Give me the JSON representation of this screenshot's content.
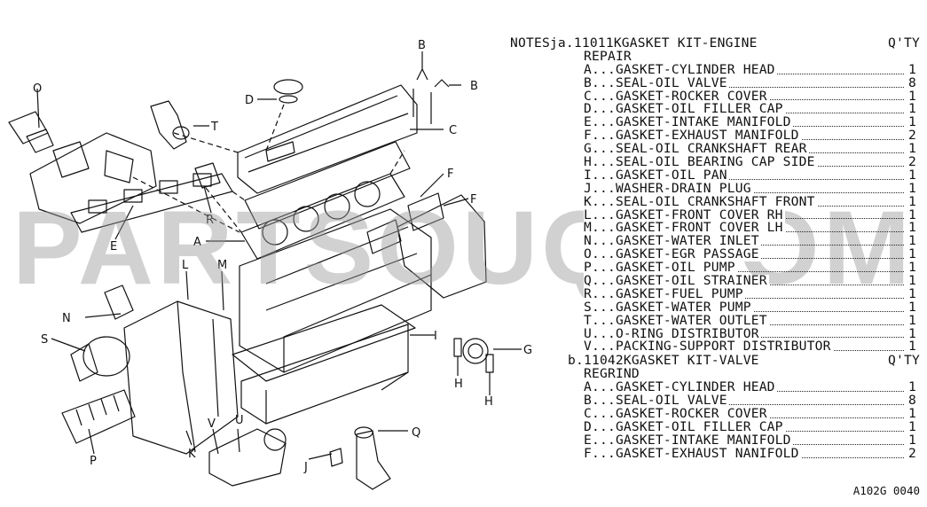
{
  "watermark": "PARTSOUQ.COM",
  "footer_code": "A102G 0040",
  "diagram_labels": [
    "B",
    "B",
    "C",
    "D",
    "T",
    "E",
    "A",
    "R",
    "F",
    "F",
    "L",
    "M",
    "N",
    "S",
    "I",
    "G",
    "H",
    "H",
    "K",
    "U",
    "V",
    "J",
    "Q",
    "P",
    "O"
  ],
  "kits": [
    {
      "line1": "NOTESja.11011KGASKET KIT-ENGINE",
      "line2": "REPAIR",
      "qty_header": "Q'TY",
      "items": [
        {
          "label": "A...GASKET-CYLINDER HEAD",
          "qty": "1"
        },
        {
          "label": "B...SEAL-OIL VALVE",
          "qty": "8"
        },
        {
          "label": "C...GASKET-ROCKER COVER",
          "qty": "1"
        },
        {
          "label": "D...GASKET-OIL FILLER CAP",
          "qty": "1"
        },
        {
          "label": "E...GASKET-INTAKE MANIFOLD",
          "qty": "1"
        },
        {
          "label": "F...GASKET-EXHAUST MANIFOLD",
          "qty": "2"
        },
        {
          "label": "G...SEAL-OIL CRANKSHAFT REAR",
          "qty": "1"
        },
        {
          "label": "H...SEAL-OIL BEARING CAP SIDE",
          "qty": "2"
        },
        {
          "label": "I...GASKET-OIL PAN",
          "qty": "1"
        },
        {
          "label": "J...WASHER-DRAIN PLUG",
          "qty": "1"
        },
        {
          "label": "K...SEAL-OIL CRANKSHAFT FRONT",
          "qty": "1"
        },
        {
          "label": "L...GASKET-FRONT COVER RH",
          "qty": "1"
        },
        {
          "label": "M...GASKET-FRONT COVER LH",
          "qty": "1"
        },
        {
          "label": "N...GASKET-WATER INLET",
          "qty": "1"
        },
        {
          "label": "O...GASKET-EGR PASSAGE",
          "qty": "1"
        },
        {
          "label": "P...GASKET-OIL PUMP",
          "qty": "1"
        },
        {
          "label": "Q...GASKET-OIL STRAINER",
          "qty": "1"
        },
        {
          "label": "R...GASKET-FUEL PUMP",
          "qty": "1"
        },
        {
          "label": "S...GASKET-WATER PUMP",
          "qty": "1"
        },
        {
          "label": "T...GASKET-WATER OUTLET",
          "qty": "1"
        },
        {
          "label": "U...O-RING DISTRIBUTOR",
          "qty": "1"
        },
        {
          "label": "V...PACKING-SUPPORT DISTRIBUTOR",
          "qty": "1"
        }
      ]
    },
    {
      "line1": "b.11042KGASKET KIT-VALVE",
      "line2": "REGRIND",
      "qty_header": "Q'TY",
      "items": [
        {
          "label": "A...GASKET-CYLINDER HEAD",
          "qty": "1"
        },
        {
          "label": "B...SEAL-OIL VALVE",
          "qty": "8"
        },
        {
          "label": "C...GASKET-ROCKER COVER",
          "qty": "1"
        },
        {
          "label": "D...GASKET-OIL FILLER CAP",
          "qty": "1"
        },
        {
          "label": "E...GASKET-INTAKE MANIFOLD",
          "qty": "1"
        },
        {
          "label": "F...GASKET-EXHAUST NANIFOLD",
          "qty": "2"
        }
      ]
    }
  ]
}
